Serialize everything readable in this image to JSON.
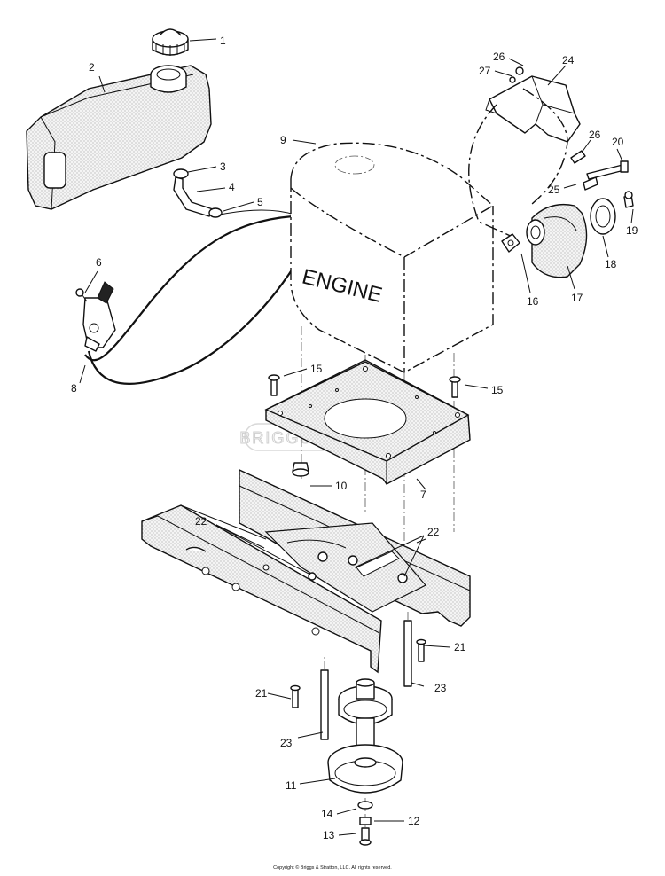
{
  "engine_label": "ENGINE",
  "watermark": "BRIGGS&STRATTON",
  "copyright": "Copyright © Briggs & Stratton, LLC. All rights reserved.",
  "callouts": {
    "c1": "1",
    "c2": "2",
    "c3": "3",
    "c4": "4",
    "c5": "5",
    "c6": "6",
    "c7": "7",
    "c8": "8",
    "c9": "9",
    "c10": "10",
    "c11": "11",
    "c12": "12",
    "c13": "13",
    "c14": "14",
    "c15a": "15",
    "c15b": "15",
    "c16": "16",
    "c17": "17",
    "c18": "18",
    "c19": "19",
    "c20": "20",
    "c21a": "21",
    "c21b": "21",
    "c22a": "22",
    "c22b": "22",
    "c23a": "23",
    "c23b": "23",
    "c24": "24",
    "c25": "25",
    "c26a": "26",
    "c26b": "26",
    "c27": "27"
  }
}
